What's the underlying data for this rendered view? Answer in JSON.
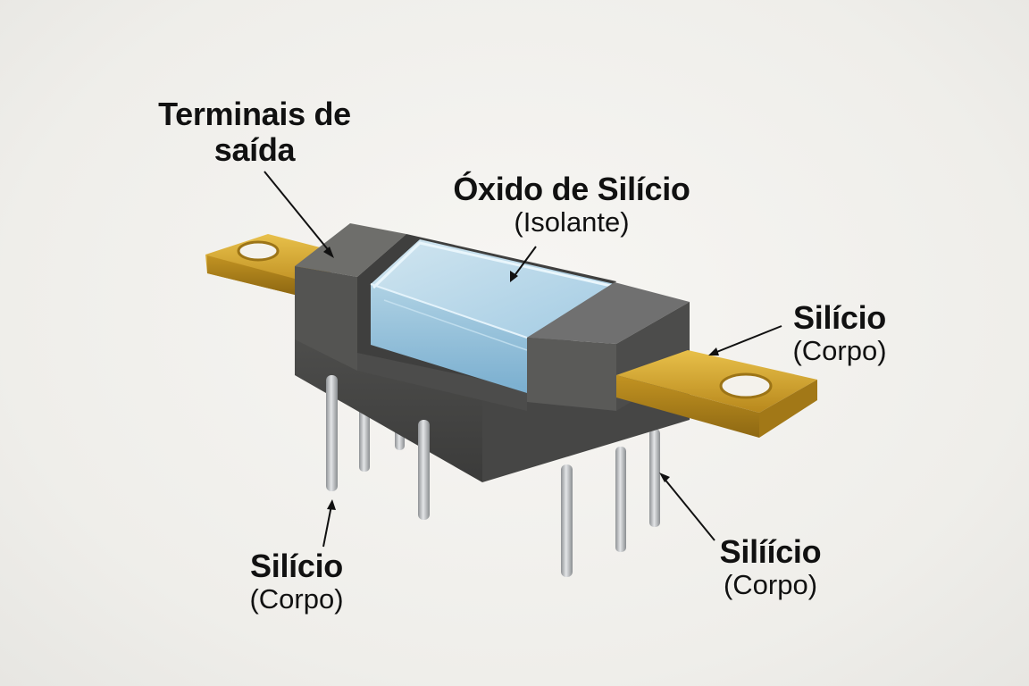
{
  "diagram": {
    "labels": {
      "output_terminals": {
        "title_line1": "Terminais de",
        "title_line2": "saída"
      },
      "oxide": {
        "title": "Óxido de Silício",
        "sub": "(Isolante)"
      },
      "silicon_right": {
        "title": "Silício",
        "sub": "(Corpo)"
      },
      "silicon_bottom_left": {
        "title": "Silício",
        "sub": "(Corpo)"
      },
      "silicon_bottom_right": {
        "title": "Silíício",
        "sub": "(Corpo)"
      }
    },
    "colors": {
      "body_dark": "#4a4a48",
      "body_top": "#6a6a67",
      "oxide_blue": "#9ccbe6",
      "gold_terminal": "#d4a62a",
      "pin_silver": "#b9bcbf",
      "background": "#f2f1ee"
    }
  }
}
